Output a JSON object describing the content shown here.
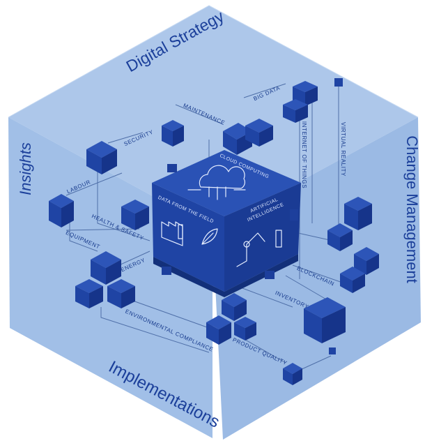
{
  "faces": {
    "top": "Digital Strategy",
    "left": "Insights",
    "right": "Change Management",
    "bottom": "Implementations"
  },
  "center": {
    "top_label": "CLOUD COMPUTING",
    "left_label": "DATA FROM THE FIELD",
    "right_label_line1": "ARTIFICIAL",
    "right_label_line2": "INTELLIGENCE"
  },
  "nodes": {
    "maintenance": "MAINTENANCE",
    "big_data": "BIG DATA",
    "security": "SECURITY",
    "internet_of_things": "INTERNET OF THINGS",
    "virtual_reality": "VIRTUAL REALITY",
    "labour": "LABOUR",
    "health_safety": "HEALTH & SAFETY",
    "equipment": "EQUIPMENT",
    "energy": "ENERGY",
    "blockchain": "BLOCKCHAIN",
    "inventory": "INVENTORY",
    "environmental_compliance": "ENVIRONMENTAL COMPLIANCE",
    "product_quality": "PRODUCT QUALITY"
  },
  "colors": {
    "face_top": "#a9c4e8",
    "face_left": "#9ebde6",
    "face_right": "#98b8e2",
    "cube_dark": "#1c3f9d",
    "cube_top": "#2d55b8",
    "cube_side": "#15327f",
    "line": "#4f6fa8"
  }
}
